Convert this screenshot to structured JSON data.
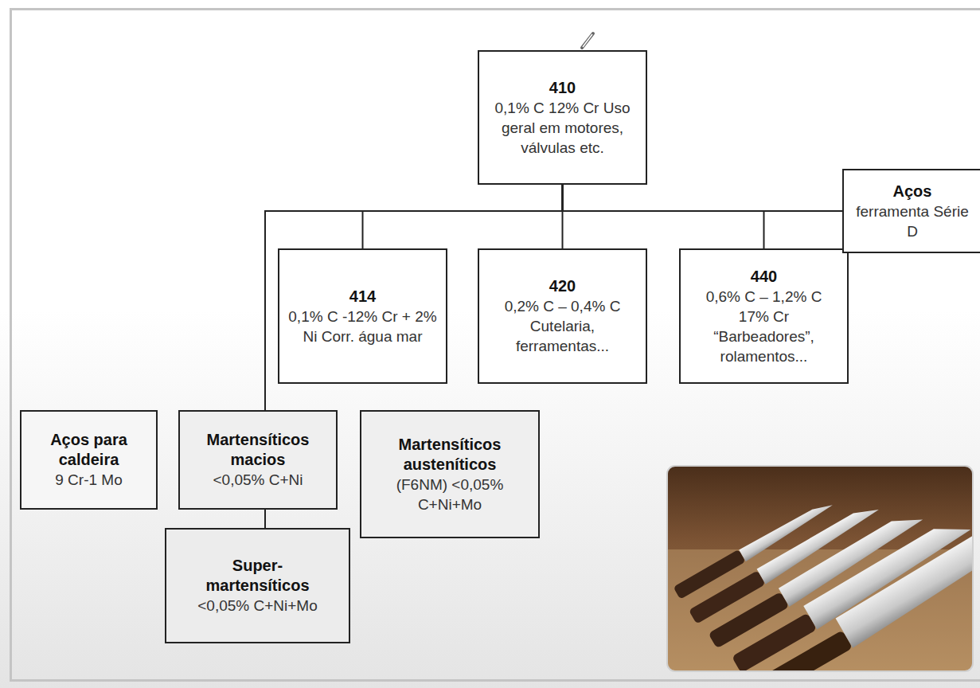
{
  "diagram": {
    "nodes": [
      {
        "text": [
          "410",
          "0,1% C 12% Cr Uso geral em motores, válvulas etc."
        ]
      },
      {
        "text": [
          "Aços",
          "ferramenta Série D"
        ]
      },
      {
        "text": [
          "414",
          "0,1% C -12% Cr + 2% Ni Corr. água mar"
        ]
      },
      {
        "text": [
          "420",
          "0,2% C – 0,4% C Cutelaria, ferramentas..."
        ]
      },
      {
        "text": [
          "440",
          "0,6% C – 1,2% C 17% Cr “Barbeadores”, rolamentos..."
        ]
      },
      {
        "text": [
          "Aços para caldeira",
          "9 Cr-1 Mo"
        ]
      },
      {
        "text": [
          "Martensíticos macios",
          "<0,05% C+Ni"
        ]
      },
      {
        "text": [
          "Martensíticos austeníticos",
          "(F6NM) <0,05% C+Ni+Mo"
        ]
      },
      {
        "text": [
          "Super- martensíticos",
          "<0,05% C+Ni+Mo"
        ]
      }
    ],
    "edges": [
      {
        "from": 0,
        "to": 1,
        "arrow": "none"
      },
      {
        "from": 0,
        "to": 2,
        "arrow": "none"
      },
      {
        "from": 0,
        "to": 3,
        "arrow": "none"
      },
      {
        "from": 0,
        "to": 4,
        "arrow": "none"
      },
      {
        "from": 0,
        "to": 6,
        "arrow": "none"
      },
      {
        "from": 6,
        "to": 8,
        "arrow": "none"
      }
    ]
  }
}
